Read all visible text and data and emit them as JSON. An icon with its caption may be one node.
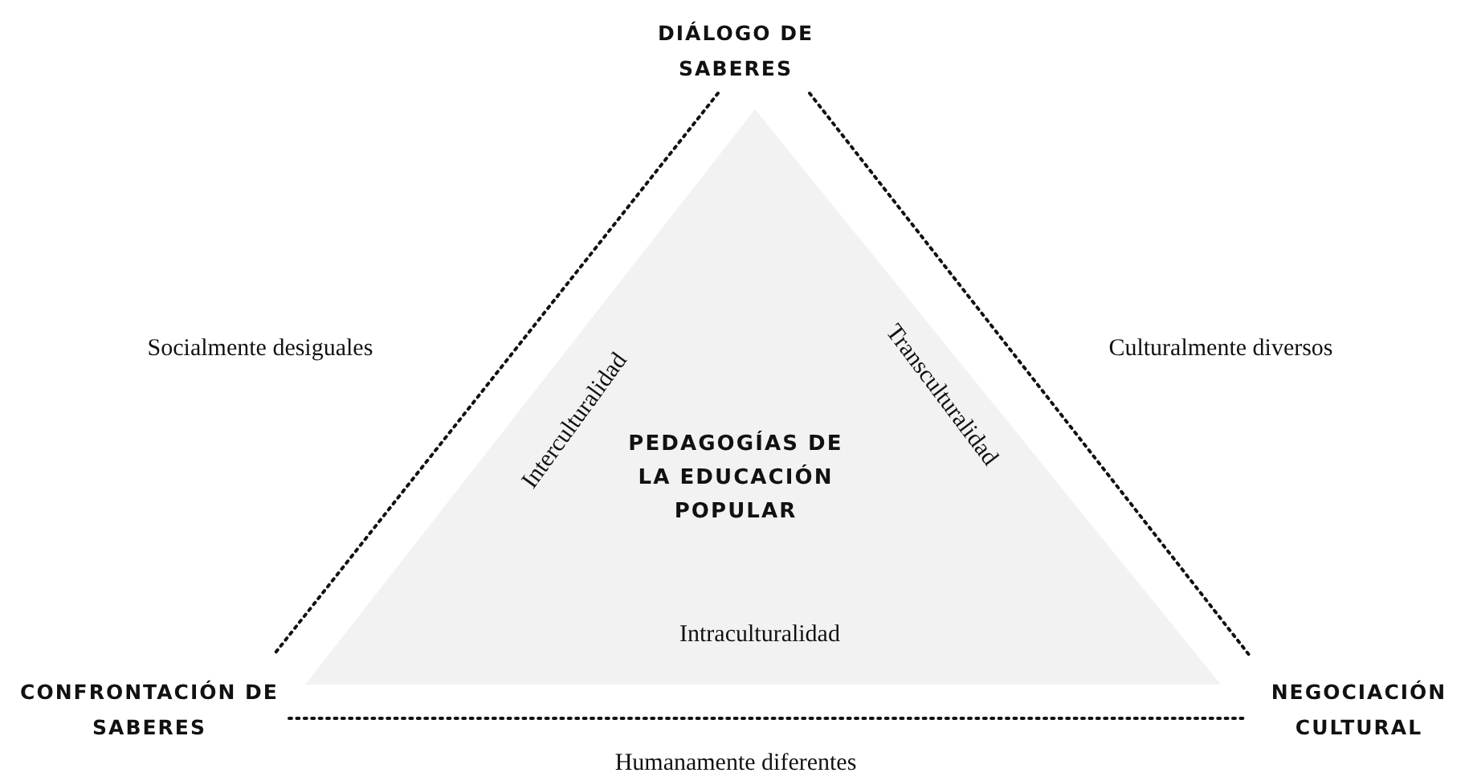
{
  "diagram": {
    "nodes": [
      {
        "text": [
          "DIÁLOGO DE SABERES"
        ]
      },
      {
        "text": [
          "CONFRONTACIÓN DE SABERES"
        ]
      },
      {
        "text": [
          "NEGOCIACIÓN CULTURAL"
        ]
      },
      {
        "text": [
          "PEDAGOGÍAS DE LA EDUCACIÓN POPULAR"
        ]
      }
    ],
    "edges": [
      {
        "from": 0,
        "to": 1,
        "arrow": "none",
        "style": "dashed"
      },
      {
        "from": 0,
        "to": 2,
        "arrow": "none",
        "style": "dashed"
      },
      {
        "from": 1,
        "to": 2,
        "arrow": "none",
        "style": "dashed"
      }
    ],
    "labels": [
      "Socialmente desiguales",
      "Interculturalidad",
      "Transculturalidad",
      "Culturalmente diversos",
      "Intraculturalidad",
      "Humanamente diferentes"
    ]
  }
}
